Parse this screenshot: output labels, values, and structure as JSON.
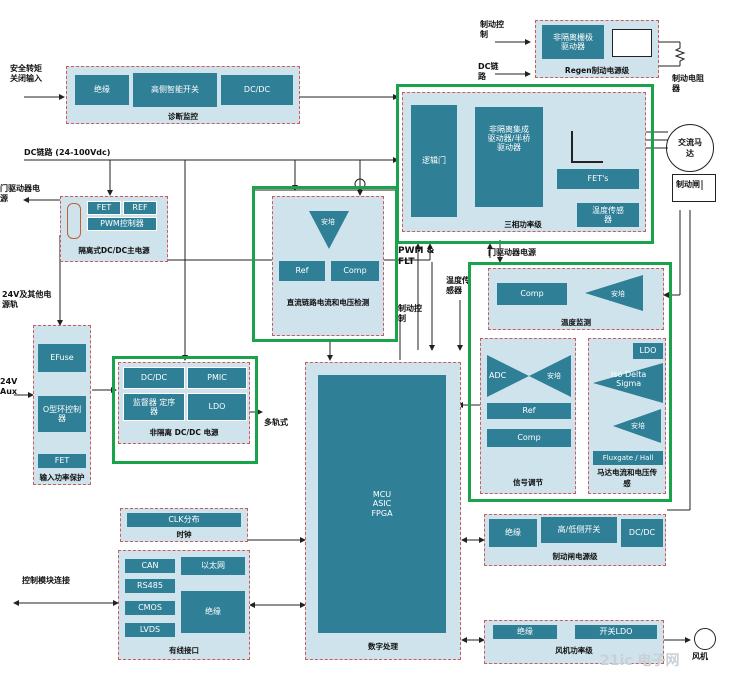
{
  "colors": {
    "block_bg": "#cfe3ec",
    "inner": "#2f7f97",
    "border": "#d05a5a",
    "green": "#1aa34a",
    "wire": "#222222"
  },
  "labels": {
    "safe_torque_off": "安全转矩\n关闭输入",
    "brake_control": "制动控\n制",
    "dc_link_top": "DC链\n路",
    "brake_resistor": "制动电阻\n器",
    "dc_link_main": "DC链路 (24-100Vdc)",
    "ac_motor": "交流马\n达",
    "brake": "制动闸",
    "gate_driver_supply_left": "门驱动器电\n源",
    "pwm_flt": "PWM &\nFLT",
    "gate_driver_supply_mid": "门驱动器电源",
    "temp_sensor": "温度传\n感器",
    "brake_control_mid": "制动控\n制",
    "aux_24v_rail": "24V及其他电\n源轨",
    "aux_24v": "24V\nAux",
    "multi_rail": "多轨式",
    "control_module_conn": "控制模块连接",
    "fan": "风机"
  },
  "regen": {
    "inner": "非隔离栅极\n驱动器",
    "caption": "Regen制动电源级"
  },
  "diag": {
    "isolation": "绝缘",
    "high_side": "高侧智能开关",
    "dcdc": "DC/DC",
    "caption": "诊断监控"
  },
  "three_phase": {
    "logic_gate": "逻辑门",
    "driver": "非隔离集成\n驱动器/半桥\n驱动器",
    "fets": "FET's",
    "temp": "温度传感\n器",
    "caption": "三相功率级"
  },
  "iso_dcdc": {
    "fet": "FET",
    "ref": "REF",
    "pwm": "PWM控制器",
    "caption": "隔离式DC/DC主电源"
  },
  "dc_sense": {
    "amp": "安培",
    "ref": "Ref",
    "comp": "Comp",
    "caption": "直流链路电流和电压检测"
  },
  "temp_mon": {
    "comp": "Comp",
    "amp": "安培",
    "caption": "温度监测"
  },
  "input_prot": {
    "efuse": "EFuse",
    "oring": "O型环控制\n器",
    "fet": "FET",
    "caption": "输入功率保护"
  },
  "nonisol": {
    "dcdc": "DC/DC",
    "pmic": "PMIC",
    "supervisor": "监督器 定序\n器",
    "ldo": "LDO",
    "caption": "非隔离 DC/DC 电源"
  },
  "mcu": {
    "label": "MCU\nASIC\nFPGA",
    "caption": "数字处理"
  },
  "signal": {
    "adc": "ADC",
    "amp": "安培",
    "ref": "Ref",
    "comp": "Comp",
    "caption": "信号调节"
  },
  "motor_sense": {
    "ldo": "LDO",
    "iso_delta": "Iso Delta\nSigma",
    "amp": "安培",
    "hall": "Fluxgate / Hall",
    "caption": "马达电流和电压传\n感"
  },
  "clk": {
    "inner": "CLK分布",
    "caption": "时钟"
  },
  "brake_ps": {
    "isolation": "绝缘",
    "hi_lo": "高/低侧开关",
    "dcdc": "DC/DC",
    "caption": "制动闸电源级"
  },
  "wired": {
    "can": "CAN",
    "rs485": "RS485",
    "cmos": "CMOS",
    "lvds": "LVDS",
    "ethernet": "以太网",
    "isolation": "绝缘",
    "caption": "有线接口"
  },
  "fan_ps": {
    "isolation": "绝缘",
    "switch_ldo": "开关LDO",
    "caption": "风机功率级"
  },
  "watermark": "21ic 电子网"
}
